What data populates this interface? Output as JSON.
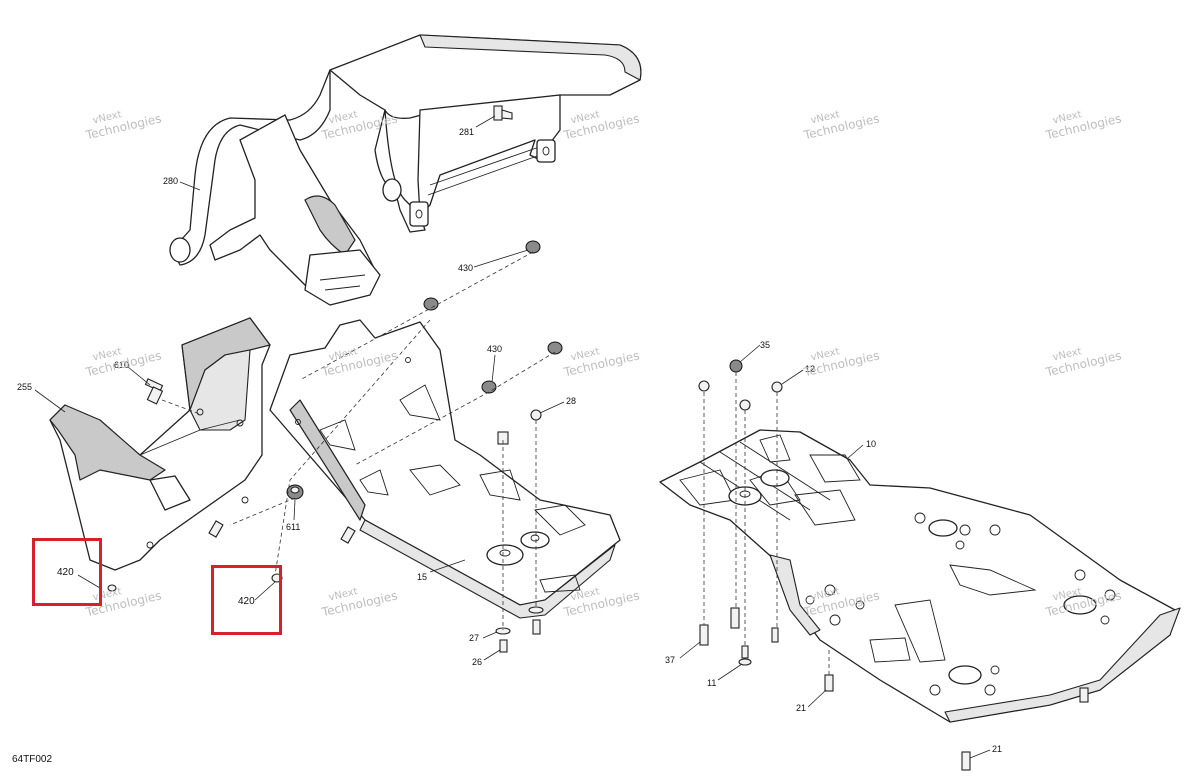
{
  "drawing_code": "64TF002",
  "watermark": {
    "line1": "vNext",
    "line2": "Technologies"
  },
  "callouts": {
    "c280": "280",
    "c281": "281",
    "c430a": "430",
    "c430b": "430",
    "c255": "255",
    "c610": "610",
    "c611": "611",
    "c28": "28",
    "c15": "15",
    "c27": "27",
    "c26": "26",
    "c35": "35",
    "c12": "12",
    "c10": "10",
    "c37": "37",
    "c11": "11",
    "c21a": "21",
    "c21b": "21"
  },
  "highlights": [
    {
      "label": "420"
    },
    {
      "label": "420"
    }
  ],
  "colors": {
    "highlight": "#d9202a",
    "line": "#222222",
    "shade": "#c9c9c9",
    "watermark": "#bdbdbd"
  }
}
